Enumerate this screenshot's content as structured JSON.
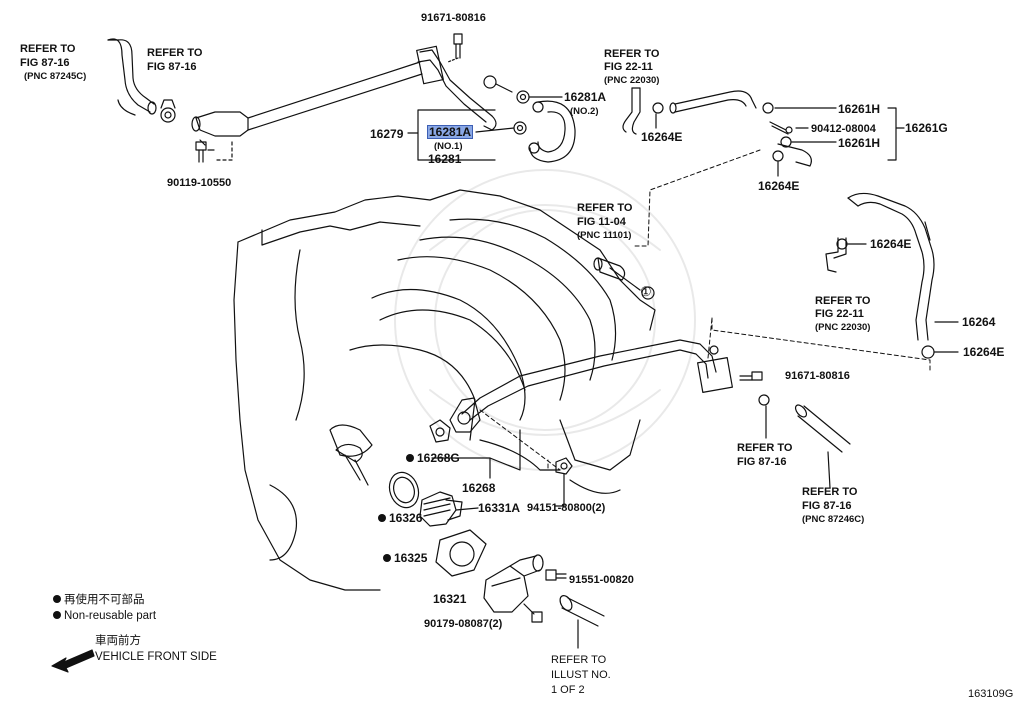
{
  "diagram_id": "163109G",
  "labels": {
    "top_bolt": "91671-80816",
    "refer_fig8716_a_1": "REFER TO",
    "refer_fig8716_a_2": "FIG 87-16",
    "refer_fig8716_a_3": "(PNC 87245C)",
    "refer_fig8716_b_1": "REFER TO",
    "refer_fig8716_b_2": "FIG 87-16",
    "bolt_90119": "90119-10550",
    "p16281A_no2": "16281A",
    "p16281A_no2_sub": "(NO.2)",
    "p16279": "16279",
    "p16281A_no1": "16281A",
    "p16281A_no1_sub": "(NO.1)",
    "p16281": "16281",
    "refer_fig2211_a_1": "REFER TO",
    "refer_fig2211_a_2": "FIG 22-11",
    "refer_fig2211_a_3": "(PNC 22030)",
    "p16264E_a": "16264E",
    "p16261H_a": "16261H",
    "p90412": "90412-08004",
    "p16261G": "16261G",
    "p16261H_b": "16261H",
    "p16264E_b": "16264E",
    "refer_fig1104_1": "REFER TO",
    "refer_fig1104_2": "FIG 11-04",
    "refer_fig1104_3": "(PNC 11101)",
    "circled_one": "①",
    "p16264E_c": "16264E",
    "refer_fig2211_b_1": "REFER TO",
    "refer_fig2211_b_2": "FIG 22-11",
    "refer_fig2211_b_3": "(PNC 22030)",
    "p16264": "16264",
    "p16264E_d": "16264E",
    "bolt_91671_b": "91671-80816",
    "refer_fig8716_c_1": "REFER TO",
    "refer_fig8716_c_2": "FIG 87-16",
    "refer_fig8716_d_1": "REFER TO",
    "refer_fig8716_d_2": "FIG 87-16",
    "refer_fig8716_d_3": "(PNC 87246C)",
    "p16268G": "16268G",
    "p16268": "16268",
    "p94151": "94151-80800(2)",
    "p16326": "16326",
    "p16331A": "16331A",
    "p16325": "16325",
    "p16321": "16321",
    "p91551": "91551-00820",
    "p90179": "90179-08087(2)",
    "refer_illust_1": "REFER TO",
    "refer_illust_2": "ILLUST NO.",
    "refer_illust_3": "1 OF 2"
  },
  "legend": {
    "nonreusable_jp": "再使用不可部品",
    "nonreusable_en": "Non-reusable part",
    "front_jp": "車両前方",
    "front_en": "VEHICLE FRONT SIDE"
  }
}
